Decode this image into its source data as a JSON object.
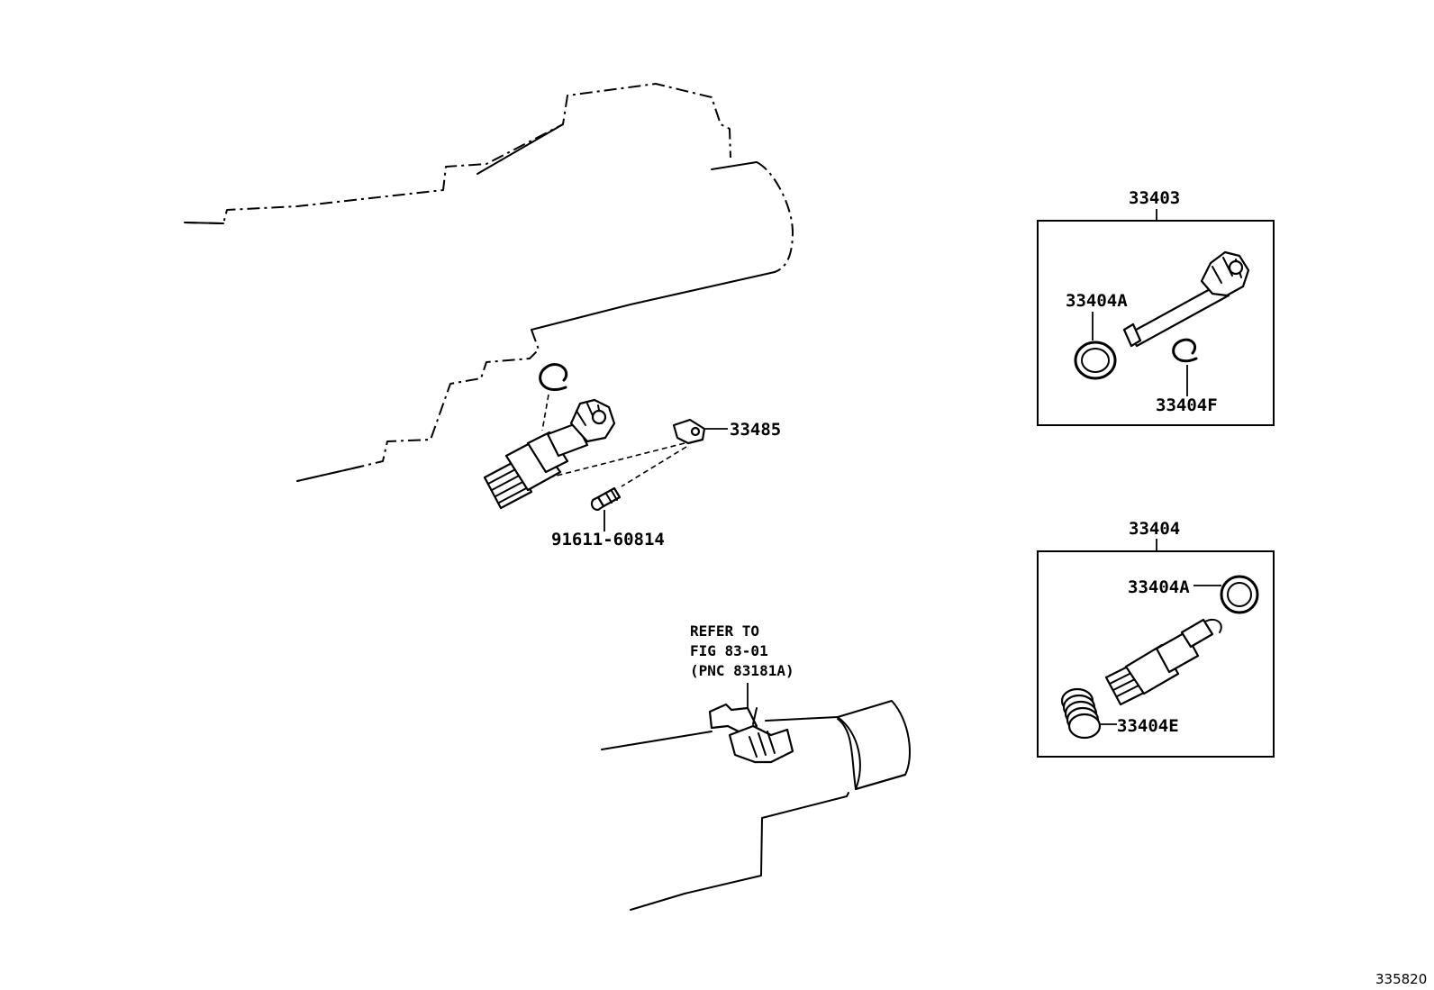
{
  "labels": {
    "kit_a": "33403",
    "kit_b": "33404",
    "oring_kit_a": "33404A",
    "clip_kit_a": "33404F",
    "oring_kit_b": "33404A",
    "spring_kit_b": "33404E",
    "lock_plate": "33485",
    "bolt": "91611-60814"
  },
  "reference_note": {
    "line1": "REFER TO",
    "line2": "FIG 83-01",
    "line3": "(PNC 83181A)"
  },
  "figure_number": "335820"
}
